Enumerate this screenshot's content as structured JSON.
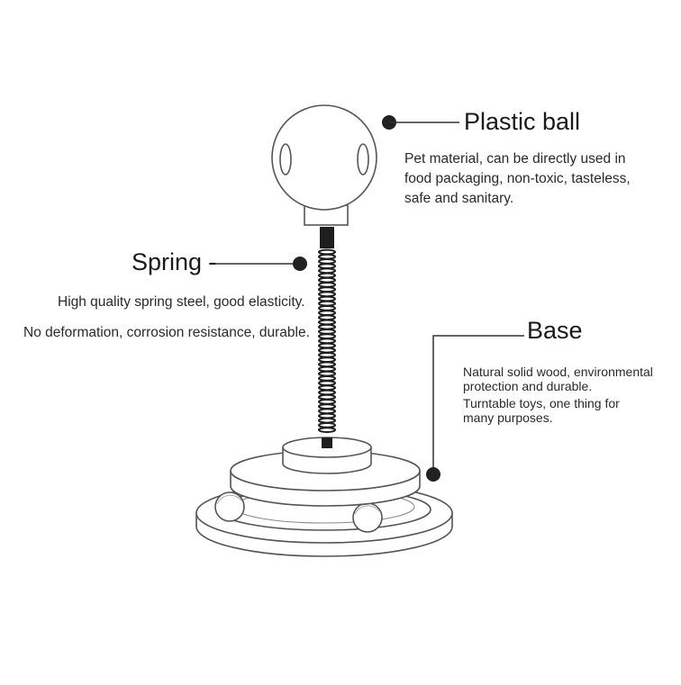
{
  "labels": {
    "plastic_ball": {
      "title": "Plastic ball",
      "desc": [
        "Pet material, can be directly used in",
        "food packaging, non-toxic, tasteless,",
        "safe and sanitary."
      ]
    },
    "spring": {
      "title": "Spring -",
      "desc": [
        "High quality spring steel, good elasticity.",
        "No deformation, corrosion resistance, durable."
      ]
    },
    "base": {
      "title": "Base",
      "desc": [
        "Natural solid wood, environmental",
        "protection and durable.",
        "Turntable toys, one thing for",
        "many purposes."
      ]
    }
  },
  "colors": {
    "line": "#333333",
    "marker": "#222222",
    "spring": "#1e1e1e"
  }
}
